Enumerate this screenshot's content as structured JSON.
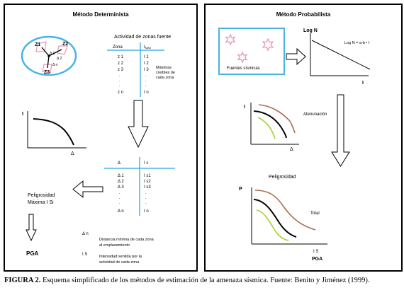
{
  "left": {
    "title": "Método Determinista",
    "zones_header": "Actividad de zonas fuente",
    "zone_col": "Zona",
    "imax_col": "I",
    "imax_sub": "MAX",
    "zone_labels": [
      "z 1",
      "z 2",
      "z 3",
      ".",
      ".",
      ".",
      "z n"
    ],
    "imax_labels": [
      "I 1",
      "I 2",
      "I 3",
      ".",
      ".",
      ".",
      "I n"
    ],
    "max_note": [
      "Máximas",
      "creíbles de",
      "cada zona"
    ],
    "map_labels": [
      "Z1",
      "Z2",
      "Z3",
      "Δ 1",
      "Δ 2",
      "Δ n"
    ],
    "curve_y": "I",
    "curve_x": "Δ",
    "table2_delta_col": "Δ",
    "table2_is_col": "I s",
    "delta_list": [
      "Δ 1",
      "Δ 2",
      "Δ 3",
      ".",
      ".",
      ".",
      "Δ n"
    ],
    "is_list": [
      "I s1",
      "I s2",
      "I s3",
      ".",
      ".",
      ".",
      "I n"
    ],
    "peligrosidad": [
      "Peligrosidad",
      "Máxima I Si"
    ],
    "pga": "PGA",
    "legend": [
      {
        "symbol": "Δ n",
        "text": [
          "Distancia mínima de cada zona",
          "al emplazamiento"
        ]
      },
      {
        "symbol": "I S",
        "text": [
          "Intensidad sentida por la",
          "actividad de cada zona"
        ]
      }
    ]
  },
  "right": {
    "title": "Método Probabilista",
    "sources_label": "Fuentes sísmicas",
    "logn_label": "Log N",
    "formula": "Log N = a-b • I",
    "gr_x": "I",
    "atten_label": "Atenunación",
    "atten_y": "I",
    "atten_x": "Δ",
    "haz_title": "Peligrosidad",
    "haz_y": "P",
    "total_label": "Total",
    "haz_x1": "I S",
    "haz_x2": "PGA"
  },
  "colors": {
    "pink": "#e996b8",
    "brown": "#a86e4f",
    "lime": "#a3d12a",
    "blue": "#4bb3e4",
    "border": "#000000"
  },
  "caption": {
    "prefix": "FIGURA 2.",
    "text": " Esquema simplificado de los métodos de estimación de la amenaza sísmica. Fuente: Benito y Jiménez (1999)."
  }
}
